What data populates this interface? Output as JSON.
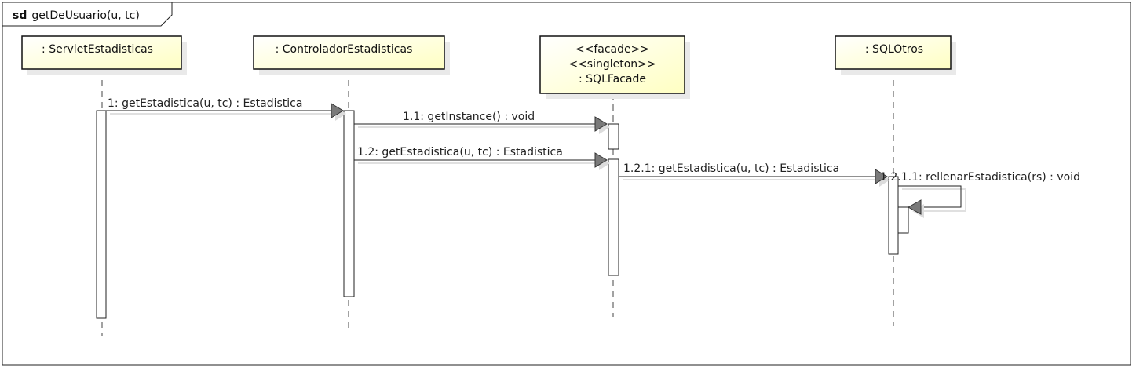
{
  "frame": {
    "keyword": "sd",
    "name": "getDeUsuario(u, tc)"
  },
  "lifelines": [
    {
      "id": "servlet",
      "lines": [
        ": ServletEstadisticas"
      ]
    },
    {
      "id": "controlador",
      "lines": [
        ": ControladorEstadisticas"
      ]
    },
    {
      "id": "facade",
      "lines": [
        "<<facade>>",
        "<<singleton>>",
        ": SQLFacade"
      ]
    },
    {
      "id": "otros",
      "lines": [
        ": SQLOtros"
      ]
    }
  ],
  "messages": [
    {
      "id": "m1",
      "label": "1: getEstadistica(u, tc) : Estadistica"
    },
    {
      "id": "m11",
      "label": "1.1: getInstance() : void"
    },
    {
      "id": "m12",
      "label": "1.2: getEstadistica(u, tc) : Estadistica"
    },
    {
      "id": "m121",
      "label": "1.2.1: getEstadistica(u, tc) : Estadistica"
    },
    {
      "id": "m1211",
      "label": "1.2.1.1: rellenarEstadistica(rs) : void"
    }
  ],
  "colors": {
    "lifeline_box": "#ffffcc",
    "arrow_head": "#7a7a7a",
    "line": "#222222"
  }
}
